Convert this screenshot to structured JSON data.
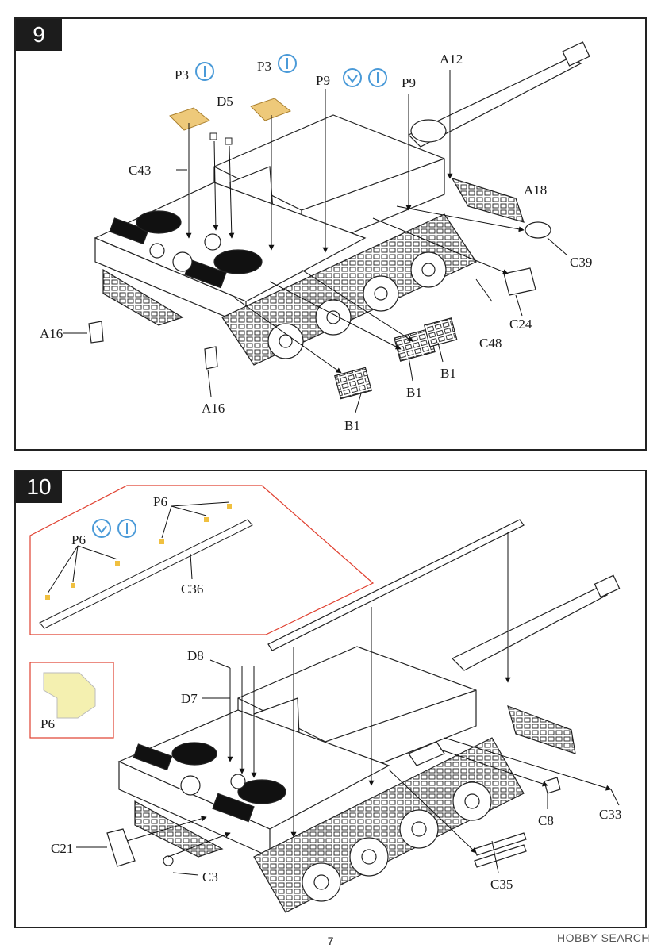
{
  "page": {
    "number": "7",
    "watermark": "HOBBY SEARCH"
  },
  "step9": {
    "number": "9",
    "labels": {
      "p3_a": "P3",
      "p3_b": "P3",
      "d5": "D5",
      "p9_a": "P9",
      "p9_b": "P9",
      "a12": "A12",
      "c43": "C43",
      "a18": "A18",
      "c39": "C39",
      "c24": "C24",
      "c48": "C48",
      "a16_a": "A16",
      "a16_b": "A16",
      "b1_a": "B1",
      "b1_b": "B1",
      "b1_c": "B1"
    },
    "colors": {
      "photoetch": "#eec97a",
      "callout_icon": "#4a9ad8"
    }
  },
  "step10": {
    "number": "10",
    "labels": {
      "p6_a": "P6",
      "p6_b": "P6",
      "c36": "C36",
      "p6_detail": "P6",
      "d8": "D8",
      "d7": "D7",
      "c21": "C21",
      "c3": "C3",
      "c8": "C8",
      "c33": "C33",
      "c35": "C35"
    },
    "colors": {
      "inset_border": "#e04030",
      "part_fill": "#f4f0b0",
      "marker": "#f0c040"
    }
  }
}
